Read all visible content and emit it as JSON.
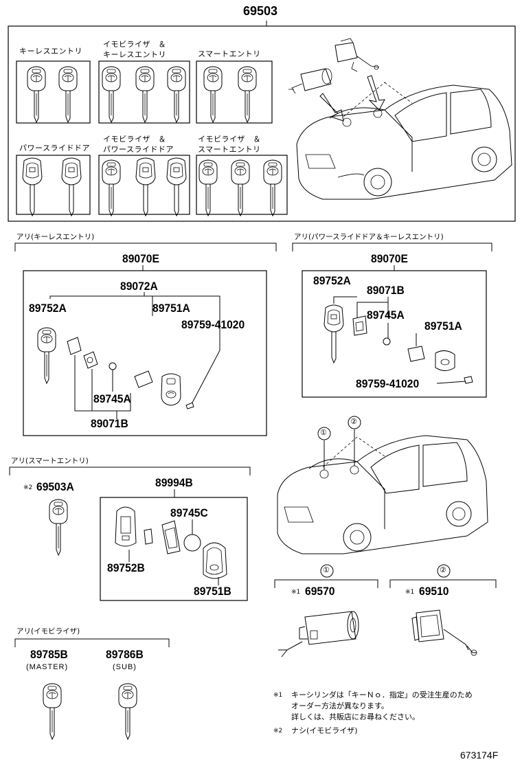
{
  "diagram": {
    "main_part": "69503",
    "key_groups": [
      {
        "label": "キーレスエントリ"
      },
      {
        "label": "イモビライザ　＆\nキーレスエントリ"
      },
      {
        "label": "スマートエントリ"
      },
      {
        "label": "パワースライドドア"
      },
      {
        "label": "イモビライザ　＆\nパワースライドドア"
      },
      {
        "label": "イモビライザ　＆\nスマートエントリ"
      }
    ],
    "sections": {
      "keyless": {
        "title": "アリ(キーレスエントリ)",
        "assembly": "89070E",
        "parts": [
          "89072A",
          "89752A",
          "89751A",
          "89759-41020",
          "89745A",
          "89071B"
        ]
      },
      "power_slide": {
        "title": "アリ(パワースライドドア＆キーレスエントリ)",
        "assembly": "89070E",
        "parts": [
          "89752A",
          "89071B",
          "89745A",
          "89751A",
          "89759-41020"
        ]
      },
      "smart": {
        "title": "アリ(スマートエントリ)",
        "key_part": "69503A",
        "key_mark": "※2",
        "assembly": "89994B",
        "parts": [
          "89745C",
          "89752B",
          "89751B"
        ]
      },
      "immobilizer": {
        "title": "アリ(イモビライザ)",
        "parts": [
          {
            "number": "89785B",
            "sub": "(MASTER)"
          },
          {
            "number": "89786B",
            "sub": "(SUB)"
          }
        ]
      },
      "cylinders": [
        {
          "circle": "①",
          "mark": "※1",
          "part": "69570"
        },
        {
          "circle": "②",
          "mark": "※1",
          "part": "69510"
        }
      ],
      "car_callouts": [
        "①",
        "②"
      ]
    },
    "notes": {
      "n1_mark": "※1",
      "n1_lines": [
        "キーシリンダは「キーＮｏ．指定」の受注生産のため",
        "オーダー方法が異なります。",
        "詳しくは、共販店にお尋ねください。"
      ],
      "n2_mark": "※2",
      "n2_text": "ナシ(イモビライザ)"
    },
    "diagram_id": "673174F"
  }
}
